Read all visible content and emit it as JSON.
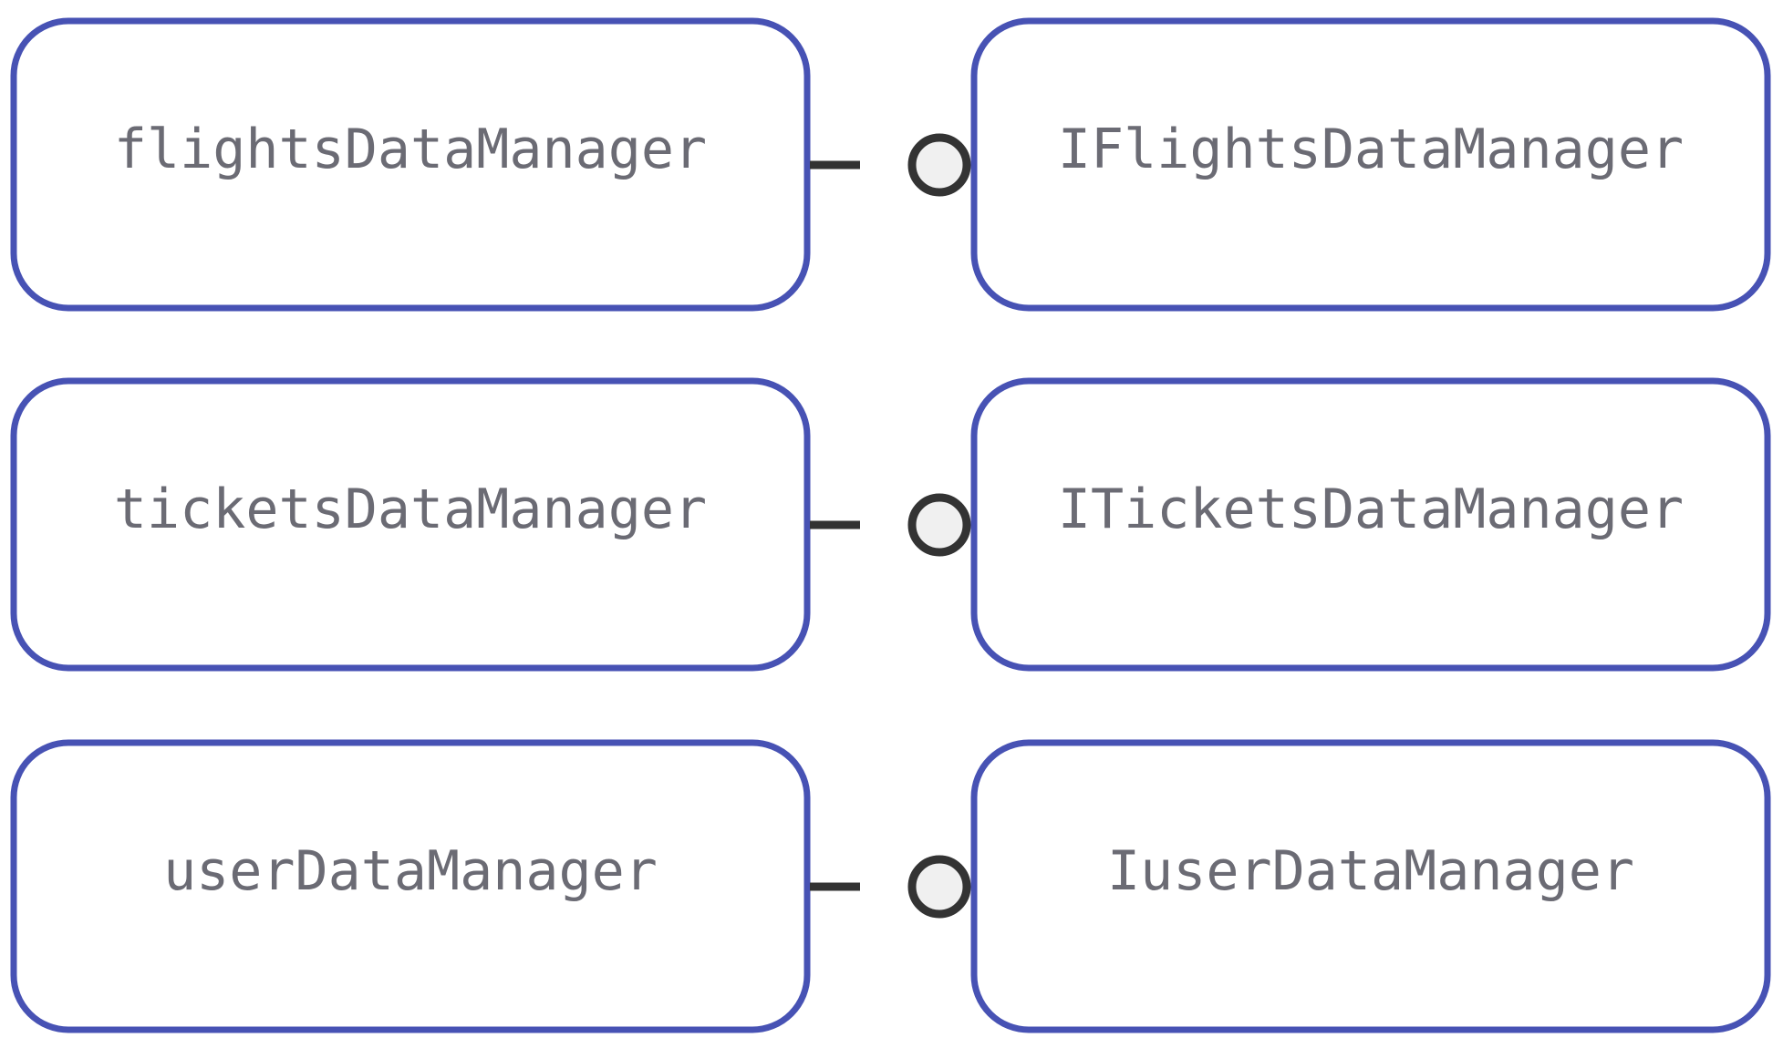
{
  "colors": {
    "box_border": "#4752b4",
    "label_text": "#6b6b74",
    "connector": "#333333",
    "lollipop_fill": "#f0f0f0",
    "background": "#ffffff"
  },
  "rows": [
    {
      "implementation": "flightsDataManager",
      "interface": "IFlightsDataManager",
      "relation": "provided-interface"
    },
    {
      "implementation": "ticketsDataManager",
      "interface": "ITicketsDataManager",
      "relation": "provided-interface"
    },
    {
      "implementation": "userDataManager",
      "interface": "IuserDataManager",
      "relation": "provided-interface"
    }
  ]
}
